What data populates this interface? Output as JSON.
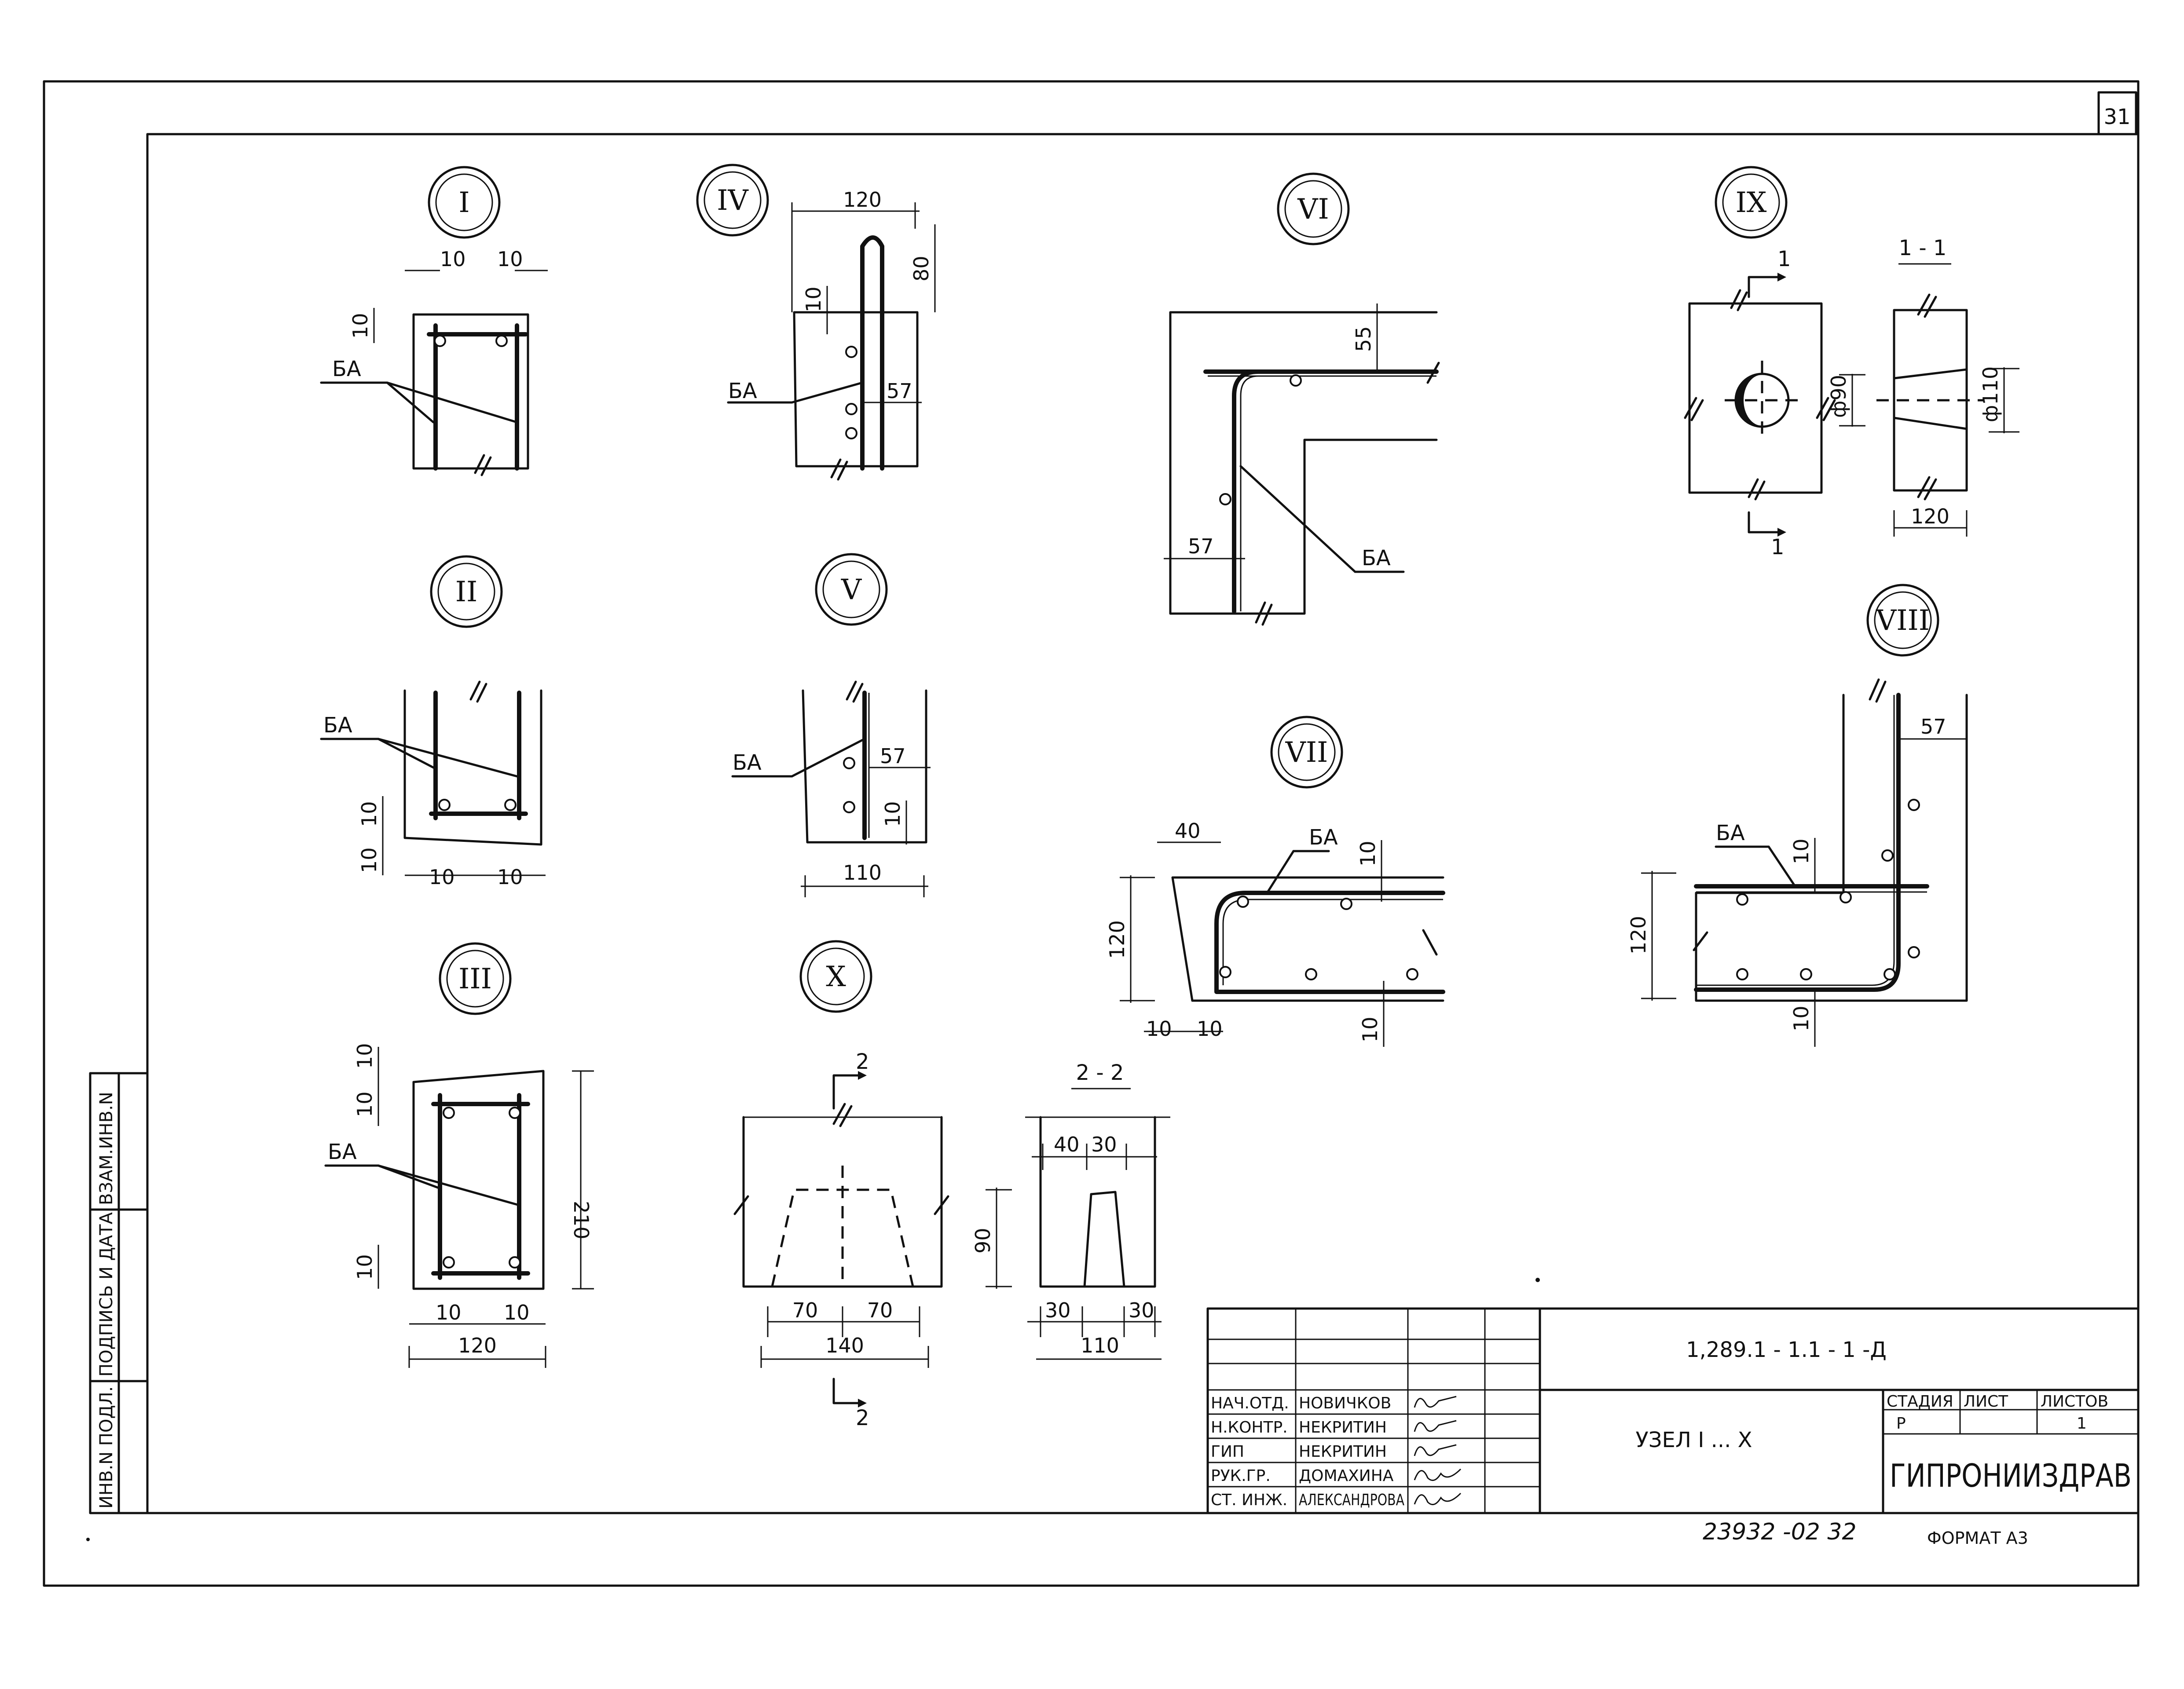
{
  "sheet_number": "31",
  "nodes": {
    "n1": {
      "label": "I",
      "dims": [
        "10",
        "10",
        "10"
      ],
      "bar": "БА"
    },
    "n2": {
      "label": "II",
      "dims": [
        "10",
        "10",
        "10",
        "10"
      ],
      "bar": "БА"
    },
    "n3": {
      "label": "III",
      "dims": [
        "10",
        "10",
        "210",
        "10",
        "10",
        "10",
        "120"
      ],
      "bar": "БА"
    },
    "n4": {
      "label": "IV",
      "dims": [
        "120",
        "80",
        "10",
        "57"
      ],
      "bar": "БА"
    },
    "n5": {
      "label": "V",
      "dims": [
        "57",
        "10",
        "110"
      ],
      "bar": "БА"
    },
    "n6": {
      "label": "VI",
      "dims": [
        "55",
        "57"
      ],
      "bar": "БА"
    },
    "n7": {
      "label": "VII",
      "dims": [
        "40",
        "10",
        "120",
        "10",
        "10",
        "10"
      ],
      "bar": "БА"
    },
    "n8": {
      "label": "VIII",
      "dims": [
        "57",
        "10",
        "120",
        "10"
      ],
      "bar": "БА"
    },
    "n9": {
      "label": "IX",
      "section_mark": "1",
      "dims": [
        "ф90",
        "ф110",
        "120"
      ]
    },
    "n10": {
      "label": "X",
      "section_mark": "2",
      "dims": [
        "70",
        "70",
        "140"
      ]
    }
  },
  "sections": {
    "s11": {
      "label": "1 - 1"
    },
    "s22": {
      "label": "2 - 2",
      "dims": [
        "40",
        "30",
        "90",
        "30",
        "30",
        "110"
      ]
    }
  },
  "stamp": {
    "labels": [
      "ИНВ.N ПОДЛ.",
      "ПОДПИСЬ И ДАТА",
      "ВЗАМ.ИНВ.N"
    ]
  },
  "title_block": {
    "code": "1,289.1 - 1.1 - 1 -Д",
    "roles": [
      "НАЧ.ОТД.",
      "Н.КОНТР.",
      "ГИП",
      "РУК.ГР.",
      "СТ. ИНЖ."
    ],
    "names": [
      "НОВИЧКОВ",
      "НЕКРИТИН",
      "НЕКРИТИН",
      "ДОМАХИНА",
      "АЛЕКСАНДРОВА"
    ],
    "title": "УЗЕЛ I ... X",
    "stage_label": "СТАДИЯ",
    "sheet_label": "ЛИСТ",
    "sheets_label": "ЛИСТОВ",
    "stage": "Р",
    "sheets": "1",
    "organization": "ГИПРОНИИЗДРАВ",
    "archive_number": "23932 -02 32",
    "format": "ФОРМАТ А3"
  }
}
